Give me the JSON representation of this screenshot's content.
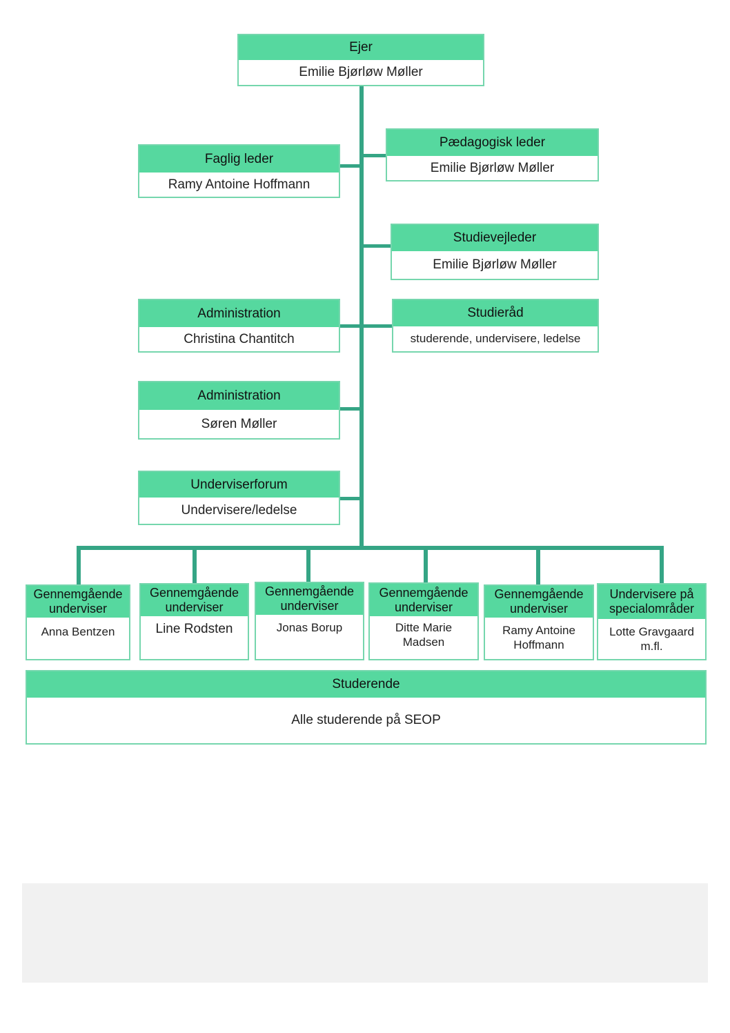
{
  "owner": {
    "title": "Ejer",
    "name": "Emilie Bjørløw Møller"
  },
  "faglig_leder": {
    "title": "Faglig leder",
    "name": "Ramy Antoine Hoffmann"
  },
  "paedagogisk_leder": {
    "title": "Pædagogisk leder",
    "name": "Emilie Bjørløw Møller"
  },
  "studievejleder": {
    "title": "Studievejleder",
    "name": "Emilie Bjørløw Møller"
  },
  "administration_1": {
    "title": "Administration",
    "name": "Christina Chantitch"
  },
  "studieraad": {
    "title": "Studieråd",
    "name": "studerende, undervisere, ledelse"
  },
  "administration_2": {
    "title": "Administration",
    "name": "Søren Møller"
  },
  "underviserforum": {
    "title": "Underviserforum",
    "name": "Undervisere/ledelse"
  },
  "teachers": [
    {
      "title": "Gennemgående underviser",
      "name": "Anna Bentzen"
    },
    {
      "title": "Gennemgående underviser",
      "name": "Line Rodsten"
    },
    {
      "title": "Gennemgående underviser",
      "name": "Jonas Borup"
    },
    {
      "title": "Gennemgående underviser",
      "name": "Ditte Marie Madsen"
    },
    {
      "title": "Gennemgående underviser",
      "name": "Ramy Antoine Hoffmann"
    },
    {
      "title": "Undervisere på specialområder",
      "name": "Lotte Gravgaard m.fl."
    }
  ],
  "students": {
    "title": "Studerende",
    "name": "Alle studerende på SEOP"
  },
  "colors": {
    "header": "#56d89f",
    "border": "#75d6ad",
    "connector": "#35a585"
  }
}
